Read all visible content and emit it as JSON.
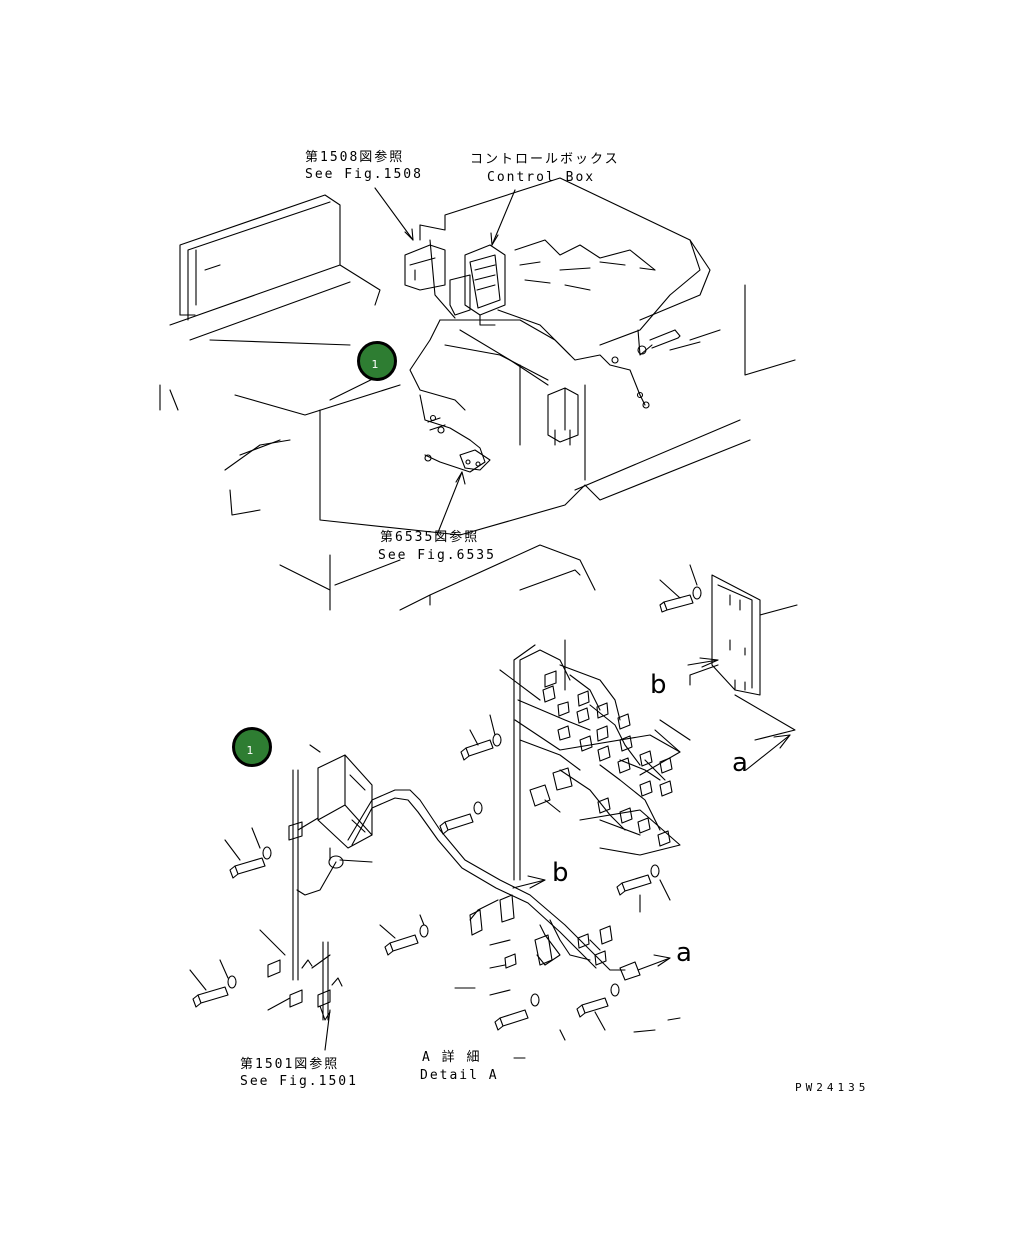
{
  "callouts": [
    {
      "number": "1"
    },
    {
      "number": "1"
    }
  ],
  "labels": {
    "fig1508": {
      "jp": "第1508図参照",
      "en": "See Fig.1508"
    },
    "control_box": {
      "jp": "コントロールボックス",
      "en": "Control Box"
    },
    "fig6535": {
      "jp": "第6535図参照",
      "en": "See Fig.6535"
    },
    "fig1501": {
      "jp": "第1501図参照",
      "en": "See Fig.1501"
    },
    "detail_a": {
      "jp": "A 詳 細",
      "en": "Detail A"
    }
  },
  "view_letters": {
    "b_top": "b",
    "a_top": "a",
    "b_mid": "b",
    "a_mid": "a"
  },
  "drawing_code": "PW24135",
  "colors": {
    "callout_fill": "#2e7d32",
    "line": "#000000",
    "background": "#ffffff"
  }
}
